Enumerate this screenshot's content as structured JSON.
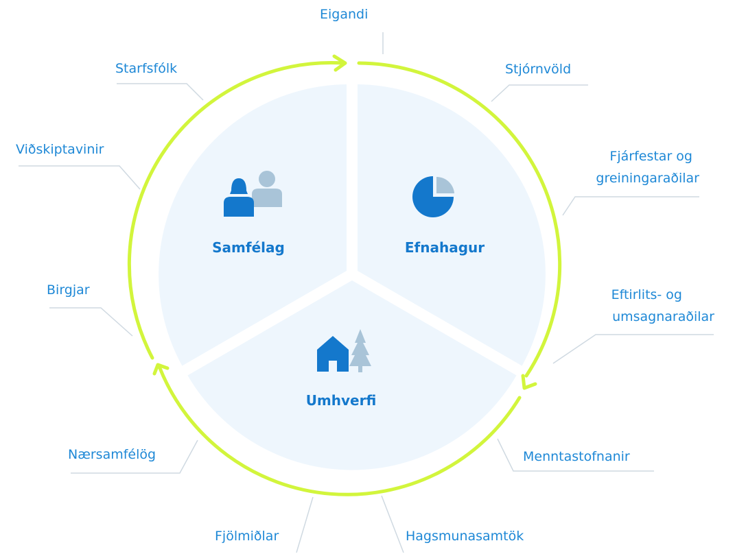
{
  "segments": {
    "samfelag": "Samfélag",
    "efnahagur": "Efnahagur",
    "umhverfi": "Umhverfi"
  },
  "stakeholders": {
    "eigandi": "Eigandi",
    "stjornvold": "Stjórnvöld",
    "fjarfestar_1": "Fjárfestar og",
    "fjarfestar_2": "greiningaraðilar",
    "eftirlits_1": "Eftirlits- og",
    "eftirlits_2": "umsagnaraðilar",
    "menntastofnanir": "Menntastofnanir",
    "hagsmunasamtok": "Hagsmunasamtök",
    "fjolmidlar": "Fjölmiðlar",
    "naersamfelog": "Nærsamfélög",
    "birgjar": "Birgjar",
    "vidskiptavinir": "Viðskiptavinir",
    "starfsfolk": "Starfsfólk"
  },
  "icons": {
    "samfelag": "people-icon",
    "efnahagur": "pie-chart-icon",
    "umhverfi": "house-tree-icon"
  },
  "colors": {
    "ring": "#d2f53c",
    "segment_fill": "#eef6fd",
    "primary_blue": "#1478cc",
    "label_blue": "#1e88d6",
    "muted_blue": "#a9c4d8",
    "connector": "#cfd9e1"
  }
}
